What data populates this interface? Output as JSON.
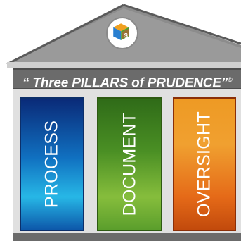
{
  "title": "“ Three PILLARS of PRUDENCE”",
  "copyright_mark": "©",
  "logo": {
    "text": "$"
  },
  "pillars": [
    {
      "label": "PROCESS",
      "color": "#1070c0"
    },
    {
      "label": "DOCUMENT",
      "color": "#4a8f24"
    },
    {
      "label": "OVERSIGHT",
      "color": "#e56a18"
    }
  ]
}
